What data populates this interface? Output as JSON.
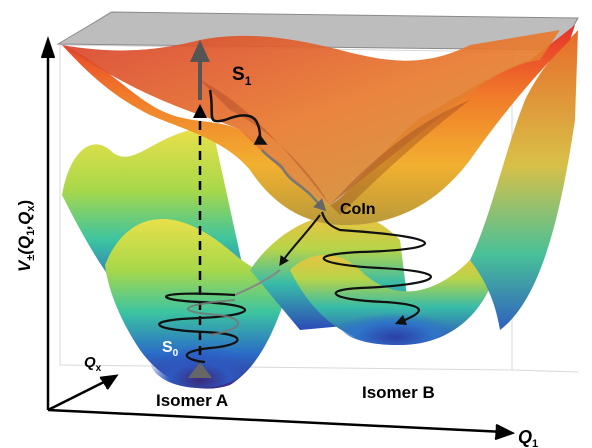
{
  "axes": {
    "y_label_main": "V",
    "y_label_sub": "±",
    "y_label_args": "(Q",
    "y_label_args_sub1": "1",
    "y_label_args_mid": ",Q",
    "y_label_args_sub2": "x",
    "y_label_close": ")",
    "q1_main": "Q",
    "q1_sub": "1",
    "qx_main": "Q",
    "qx_sub": "x"
  },
  "labels": {
    "s1_main": "S",
    "s1_sub": "1",
    "s0_main": "S",
    "s0_sub": "0",
    "coin": "CoIn",
    "isomer_a": "Isomer A",
    "isomer_b": "Isomer B"
  },
  "colors": {
    "upper_surface_top": "#e8342a",
    "upper_surface_mid": "#f2a52a",
    "upper_surface_low": "#c8a640",
    "lower_surface_high": "#e8e24a",
    "lower_surface_mid": "#38c0a8",
    "lower_surface_low": "#2c52c0",
    "well_bottom": "#3b2880",
    "wavepacket_dark": "#111111",
    "wavepacket_grey": "#777777",
    "arrowhead_grey": "#555555"
  }
}
